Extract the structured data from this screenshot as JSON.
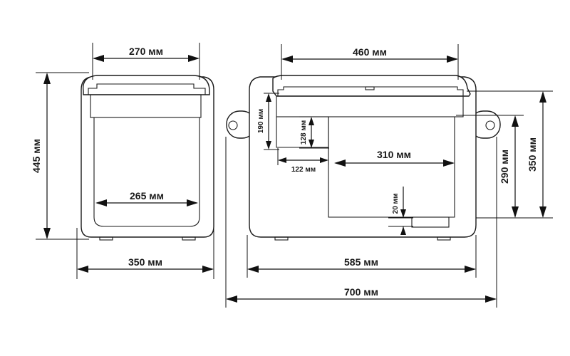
{
  "dimensions": {
    "front_top_width": "270 мм",
    "front_inner_width": "265 мм",
    "front_height": "445 мм",
    "front_width": "350 мм",
    "lid_length": "460 мм",
    "inner_length": "310 мм",
    "body_length": "585 мм",
    "total_length": "700 мм",
    "inner_height": "290 мм",
    "side_height": "350 мм",
    "step_height": "190 мм",
    "step_inner_height": "128 мм",
    "step_width": "122 мм",
    "bottom_offset": "20 мм"
  }
}
